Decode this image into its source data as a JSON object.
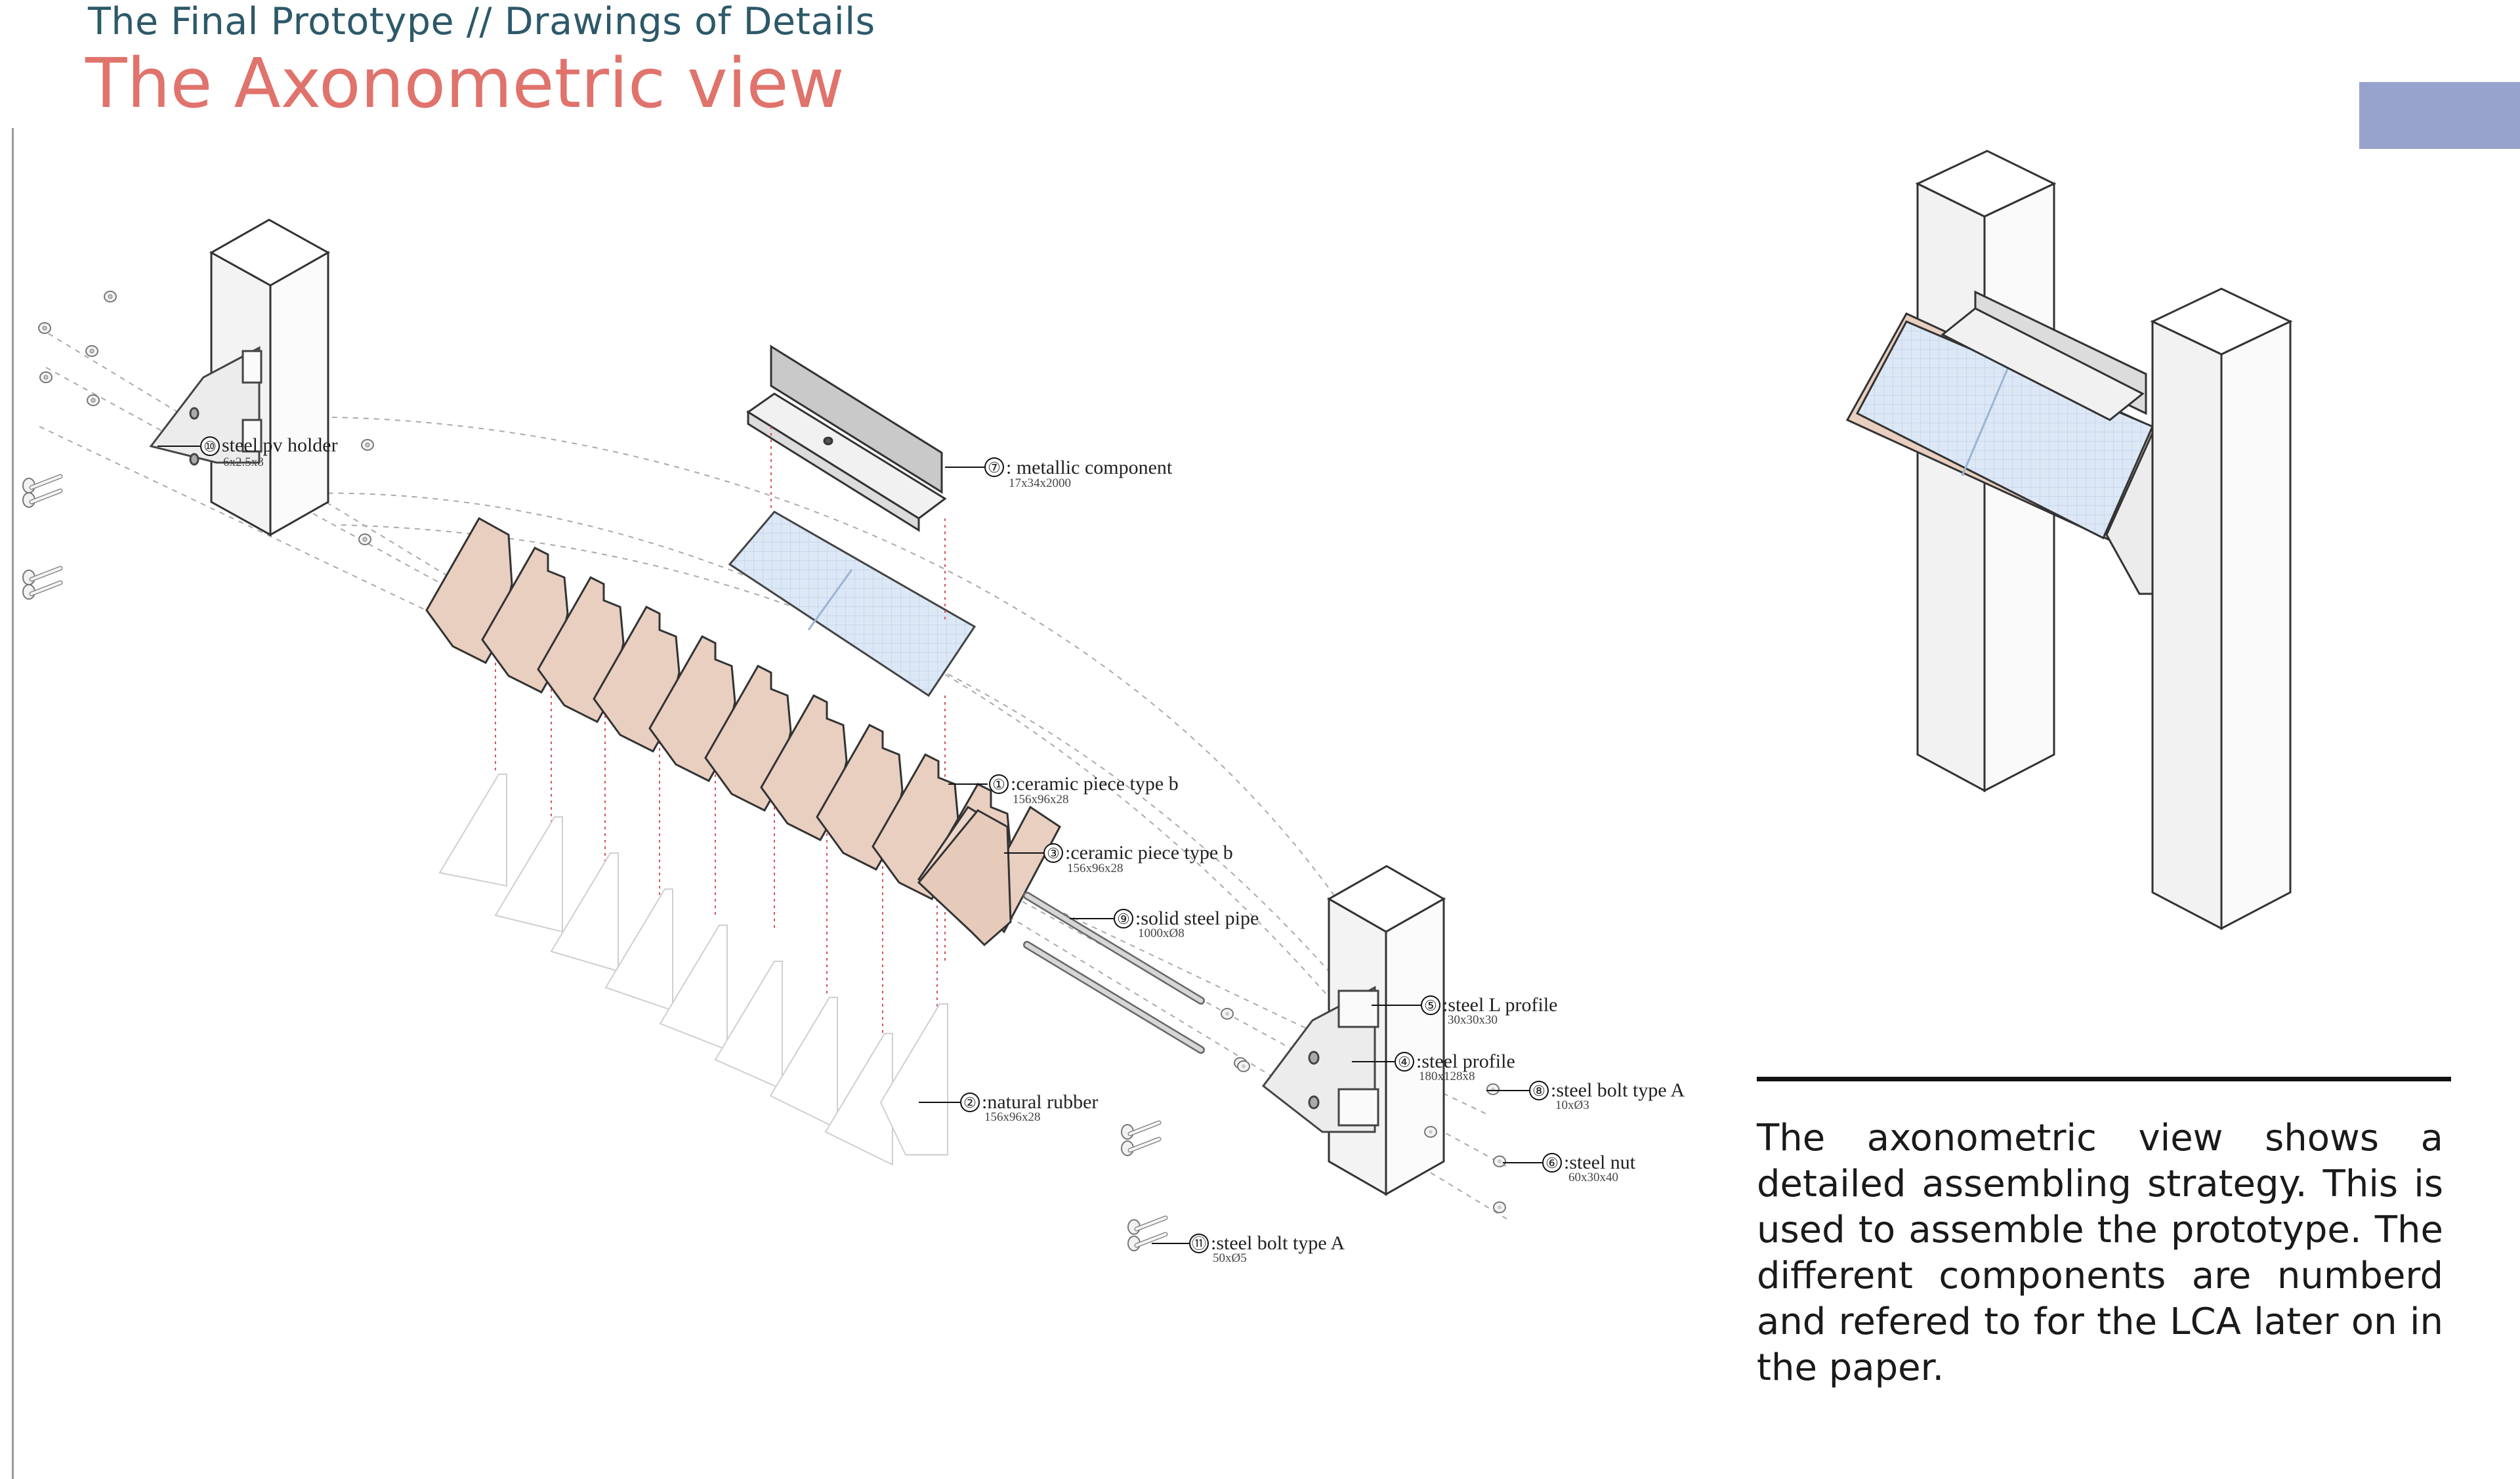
{
  "header": {
    "subtitle": "The Final Prototype // Drawings of Details",
    "title": "The Axonometric view"
  },
  "description": "The axonometric view shows a detailed assembling strategy. This is used to assemble the prototype. The different components are numberd and refered to for the LCA later on in the paper.",
  "components": [
    {
      "num": "⑩",
      "label": "steel pv holder",
      "dims": "6x2.5x8"
    },
    {
      "num": "⑦",
      "label": ": metallic component",
      "dims": "17x34x2000"
    },
    {
      "num": "①",
      "label": ":ceramic piece type b",
      "dims": "156x96x28"
    },
    {
      "num": "③",
      "label": ":ceramic piece type b",
      "dims": "156x96x28"
    },
    {
      "num": "⑨",
      "label": ":solid steel pipe",
      "dims": "1000xØ8"
    },
    {
      "num": "⑤",
      "label": ":steel L profile",
      "dims": "30x30x30"
    },
    {
      "num": "④",
      "label": ":steel profile",
      "dims": "180x128x8"
    },
    {
      "num": "⑧",
      "label": ":steel bolt type A",
      "dims": "10xØ3"
    },
    {
      "num": "②",
      "label": ":natural rubber",
      "dims": "156x96x28"
    },
    {
      "num": "⑥",
      "label": ":steel nut",
      "dims": "60x30x40"
    },
    {
      "num": "⑪",
      "label": ":steel bolt type A",
      "dims": "50xØ5"
    }
  ],
  "colors": {
    "title": "#e0736c",
    "subtitle": "#2d5969",
    "tab": "#98a3cd",
    "ceramic": "#e8cfc0",
    "pv_panel": "#d8e6f5",
    "guide_line": "#d9545c"
  }
}
